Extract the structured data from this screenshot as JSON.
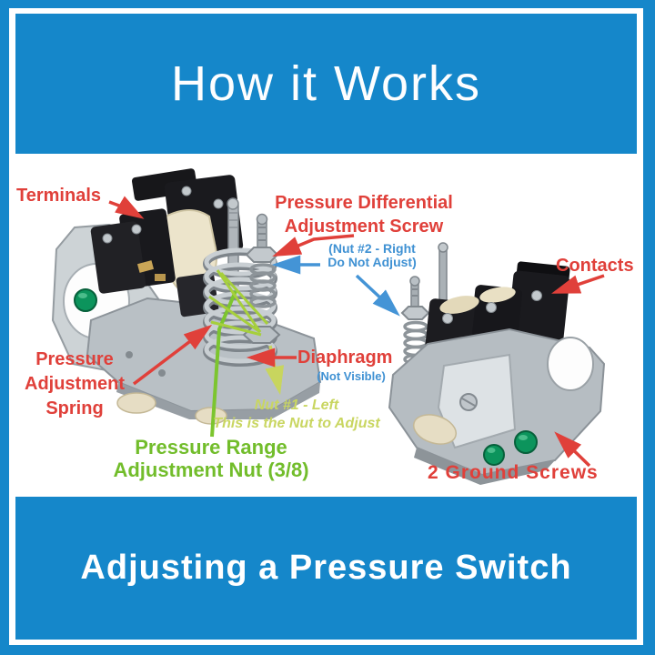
{
  "header": {
    "title": "How it Works"
  },
  "footer": {
    "title": "Adjusting a Pressure Switch"
  },
  "diagram": {
    "labels": {
      "terminals": "Terminals",
      "pressure_differential": {
        "line1": "Pressure Differential",
        "line2": "Adjustment Screw"
      },
      "nut2_note": {
        "line1": "(Nut #2 - Right",
        "line2": "Do Not Adjust)"
      },
      "contacts": "Contacts",
      "pressure_adjustment_spring": {
        "line1": "Pressure",
        "line2": "Adjustment",
        "line3": "Spring"
      },
      "diaphragm": "Diaphragm",
      "diaphragm_note": "(Not Visible)",
      "nut1_note": {
        "line1": "Nut #1 - Left",
        "line2": "This is the Nut to Adjust"
      },
      "pressure_range_nut": {
        "line1": "Pressure Range",
        "line2": "Adjustment Nut (3/8)"
      },
      "ground_screws": "2 Ground Screws"
    },
    "colors": {
      "banner_blue": "#1587ca",
      "label_red": "#e0403a",
      "label_blue": "#3f91d3",
      "label_green": "#72bd2b",
      "label_pale_green": "#c9d661",
      "ground_screw_green": "#0c945c"
    }
  }
}
